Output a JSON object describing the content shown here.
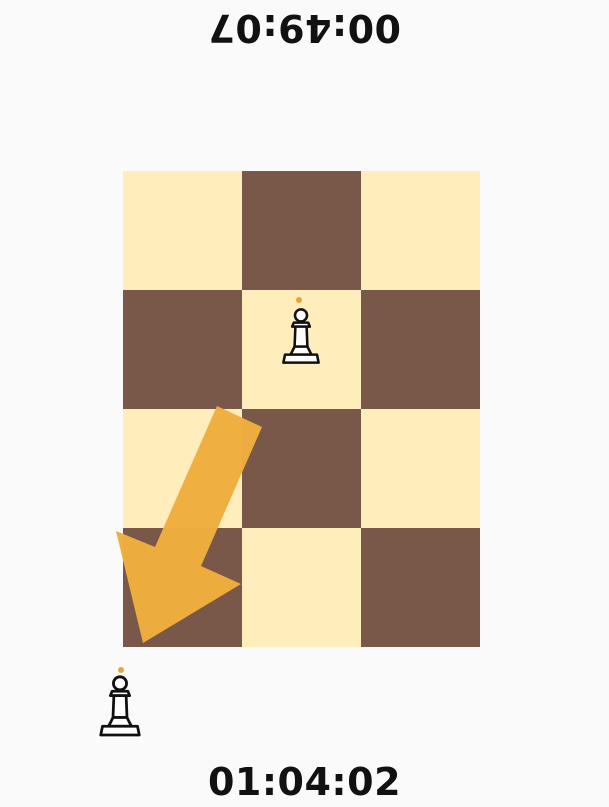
{
  "timers": {
    "opponent": "00:49:07",
    "player": "01:04:02"
  },
  "board": {
    "cols": 3,
    "rows": 4,
    "light_color": "#ffeebb",
    "dark_color": "#7a5849",
    "squares": [
      [
        "light",
        "dark",
        "light"
      ],
      [
        "dark",
        "light",
        "dark"
      ],
      [
        "light",
        "dark",
        "light"
      ],
      [
        "dark",
        "light",
        "dark"
      ]
    ],
    "pieces": [
      {
        "type": "pawn",
        "color": "white",
        "row": 1,
        "col": 1,
        "icon": "pawn-icon"
      }
    ]
  },
  "captured_piece": {
    "type": "pawn",
    "color": "white",
    "icon": "pawn-icon"
  },
  "hint_arrow": {
    "color": "#f0ad3e",
    "from": {
      "row": 2,
      "col": 1
    },
    "to": {
      "row": 3,
      "col": 0
    }
  },
  "indicator_color": "#e8a33d"
}
